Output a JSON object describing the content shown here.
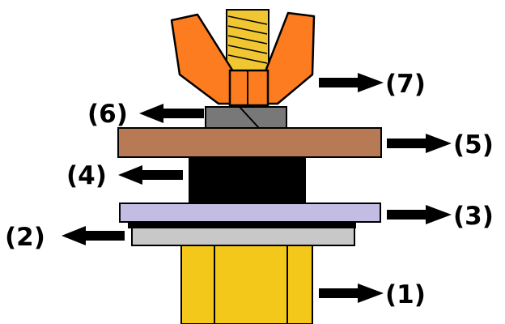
{
  "colors": {
    "base_block": "#f4c81a",
    "gray_plate": "#c8c8c8",
    "lavender_plate": "#c3bde4",
    "rubber_block": "#000000",
    "wood_plate": "#b77a55",
    "nut": "#787878",
    "wing_nut": "#fd7c1f",
    "bolt": "#f0c733",
    "arrow": "#000000",
    "outline": "#000000"
  },
  "labels": {
    "l1": "(1)",
    "l2": "(2)",
    "l3": "(3)",
    "l4": "(4)",
    "l5": "(5)",
    "l6": "(6)",
    "l7": "(7)"
  }
}
